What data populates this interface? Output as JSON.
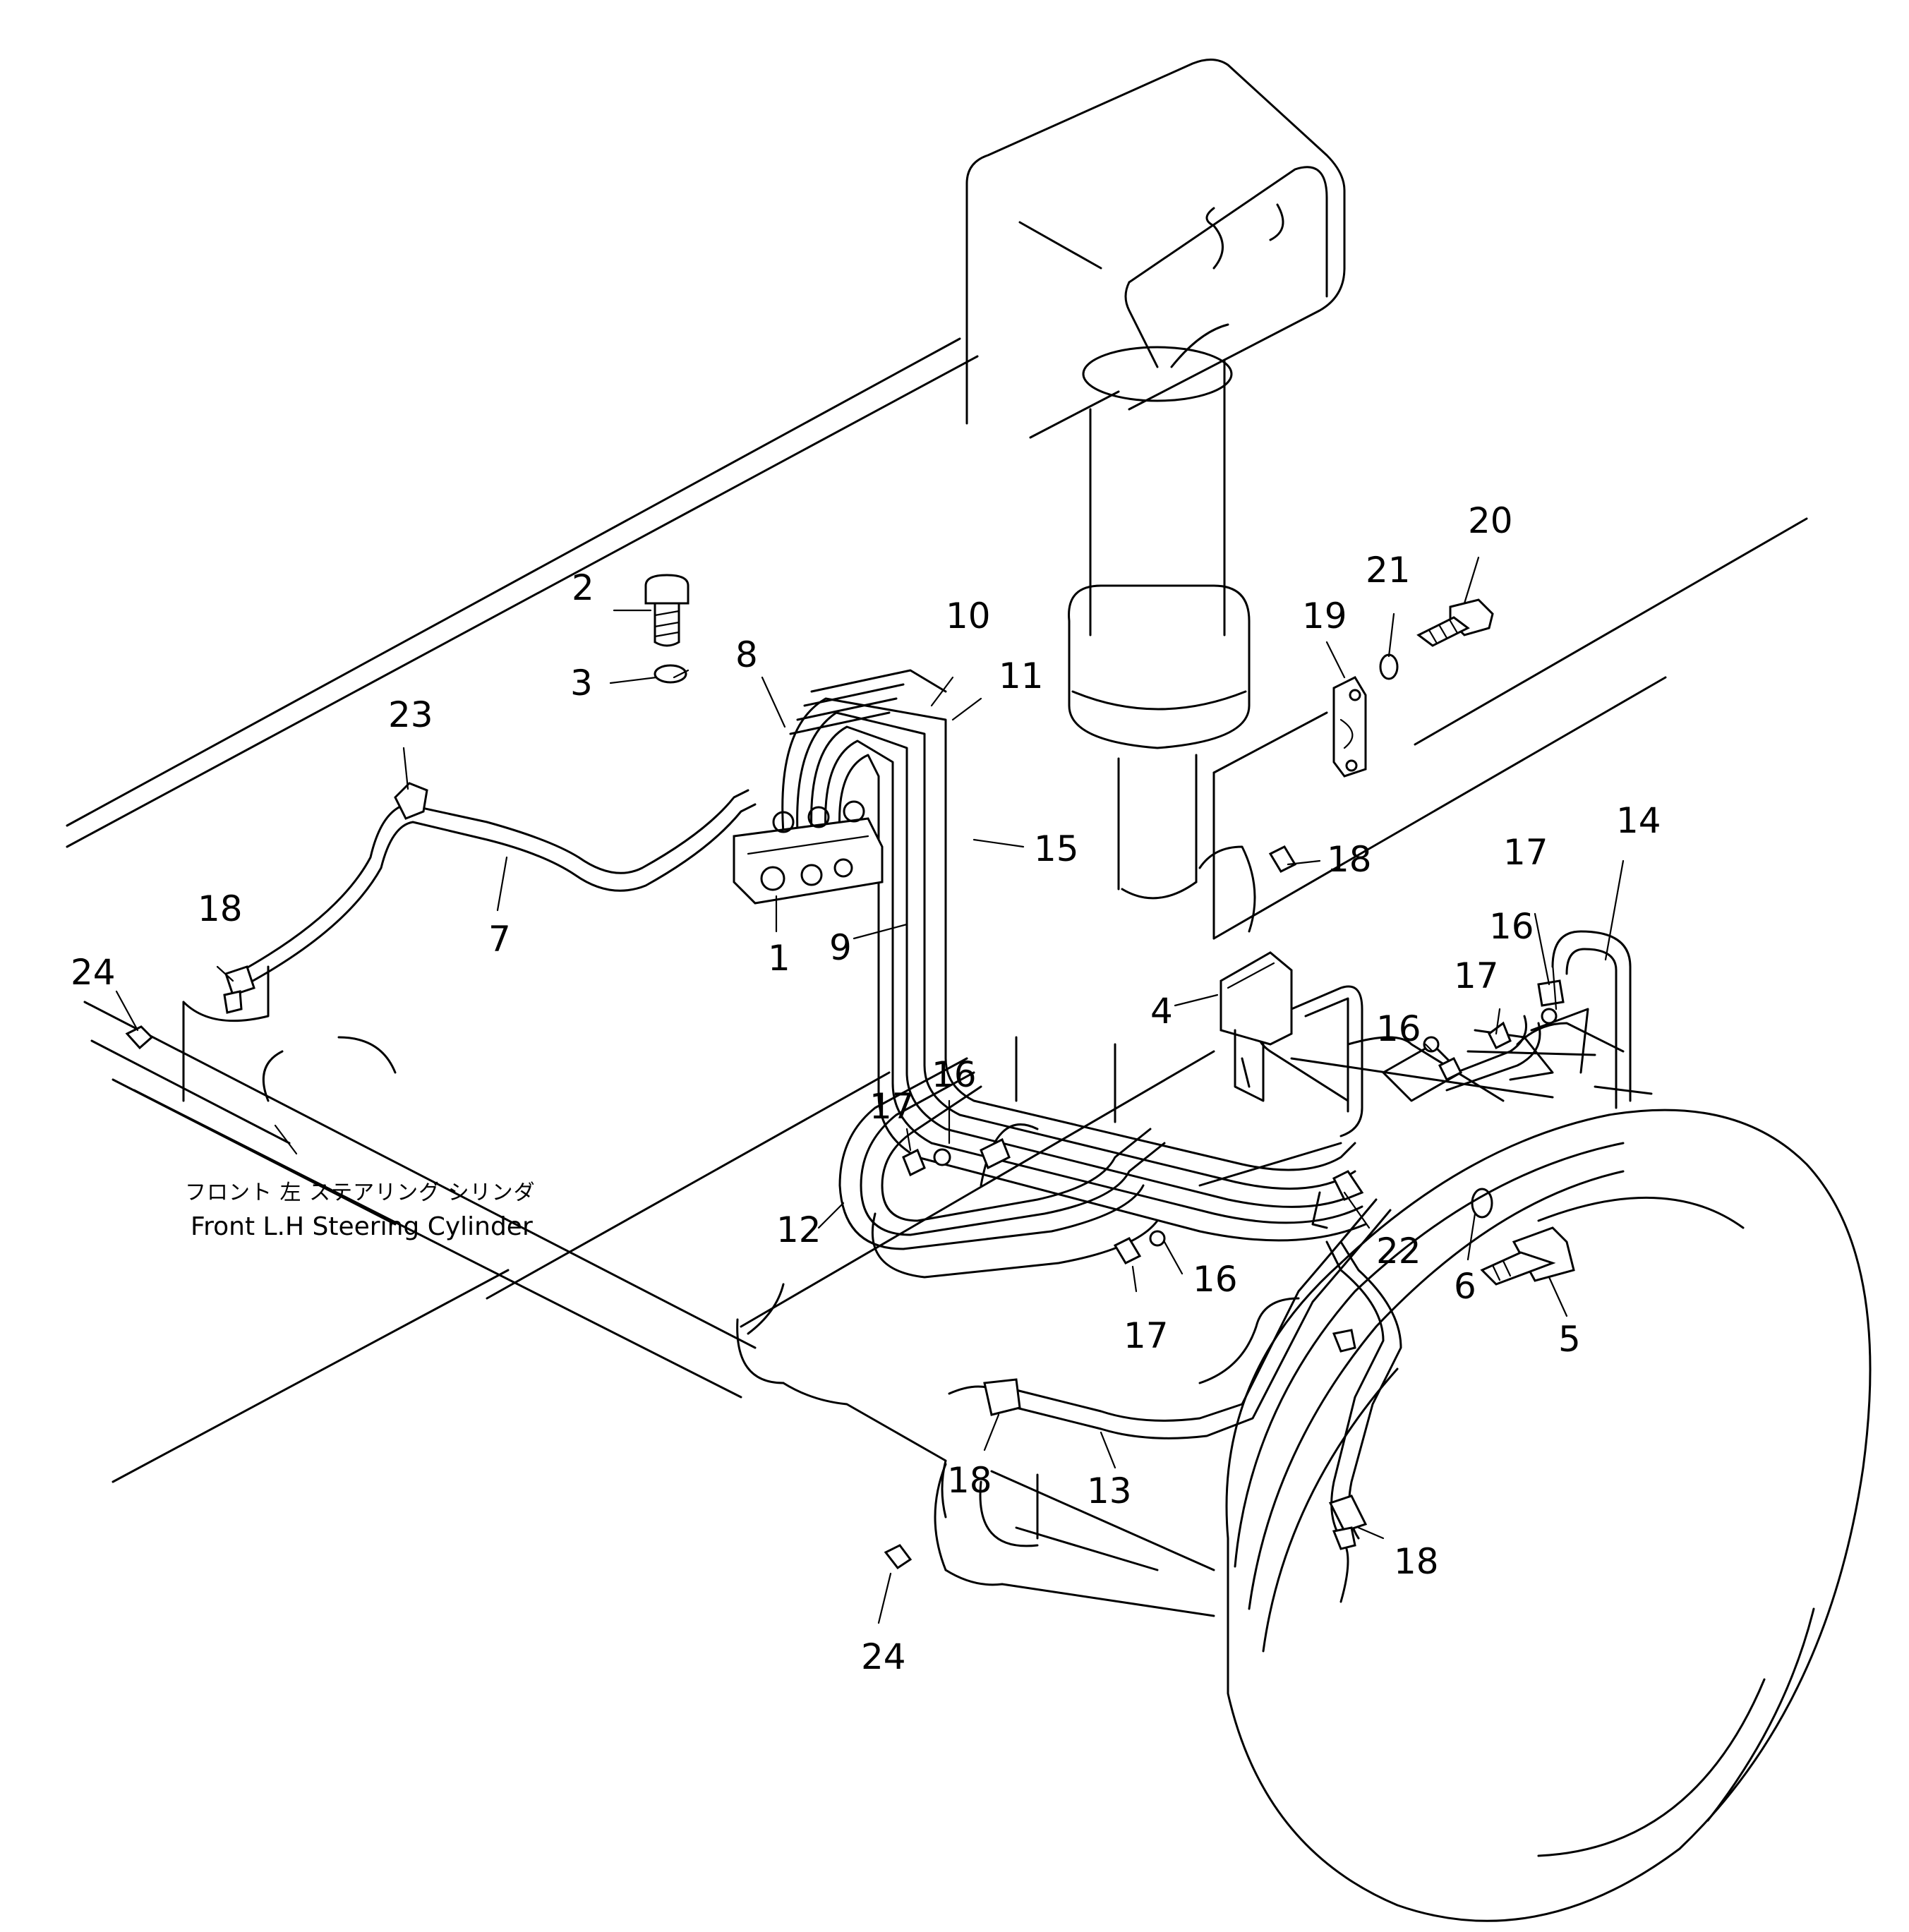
{
  "diagram": {
    "caption": {
      "japanese": "フロント 左 ステアリング シリンダ",
      "english": "Front L.H Steering Cylinder"
    },
    "callouts": [
      {
        "label": "1"
      },
      {
        "label": "2"
      },
      {
        "label": "3"
      },
      {
        "label": "4"
      },
      {
        "label": "5"
      },
      {
        "label": "6"
      },
      {
        "label": "7"
      },
      {
        "label": "8"
      },
      {
        "label": "9"
      },
      {
        "label": "10"
      },
      {
        "label": "11"
      },
      {
        "label": "12"
      },
      {
        "label": "13"
      },
      {
        "label": "14"
      },
      {
        "label": "15"
      },
      {
        "label": "16"
      },
      {
        "label": "16"
      },
      {
        "label": "16"
      },
      {
        "label": "16"
      },
      {
        "label": "17"
      },
      {
        "label": "17"
      },
      {
        "label": "17"
      },
      {
        "label": "17"
      },
      {
        "label": "18"
      },
      {
        "label": "18"
      },
      {
        "label": "18"
      },
      {
        "label": "18"
      },
      {
        "label": "19"
      },
      {
        "label": "20"
      },
      {
        "label": "21"
      },
      {
        "label": "22"
      },
      {
        "label": "23"
      },
      {
        "label": "24"
      },
      {
        "label": "24"
      }
    ]
  }
}
